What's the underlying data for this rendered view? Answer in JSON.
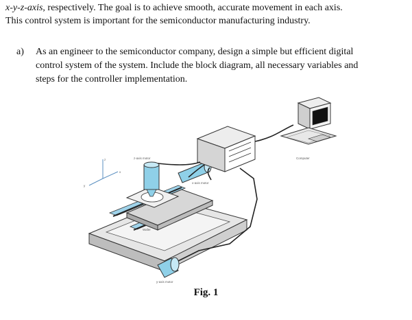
{
  "intro": {
    "line1_prefix": "x-y-z-axis",
    "line1_rest": ", respectively. The goal is to achieve smooth, accurate movement in each axis.",
    "line2": "This control system is important for the semiconductor manufacturing industry."
  },
  "question": {
    "label": "a)",
    "lines": [
      "As an engineer to the semiconductor company, design a simple but efficient digital",
      "control system of the system. Include the block diagram, all necessary variables and",
      "steps for the controller implementation."
    ]
  },
  "figure": {
    "labels": {
      "z_motor": "z-axis motor",
      "x_motor": "x-axis motor",
      "y_motor": "y-axis motor",
      "wafer": "Wafer",
      "computer": "Computer"
    },
    "axes": {
      "z": "z",
      "x": "x",
      "y": "y"
    },
    "caption": "Fig. 1"
  },
  "colors": {
    "text": "#111111",
    "motor_blue": "#8fd0e8",
    "frame_gray": "#d9d9d9",
    "line_dark": "#222222"
  }
}
